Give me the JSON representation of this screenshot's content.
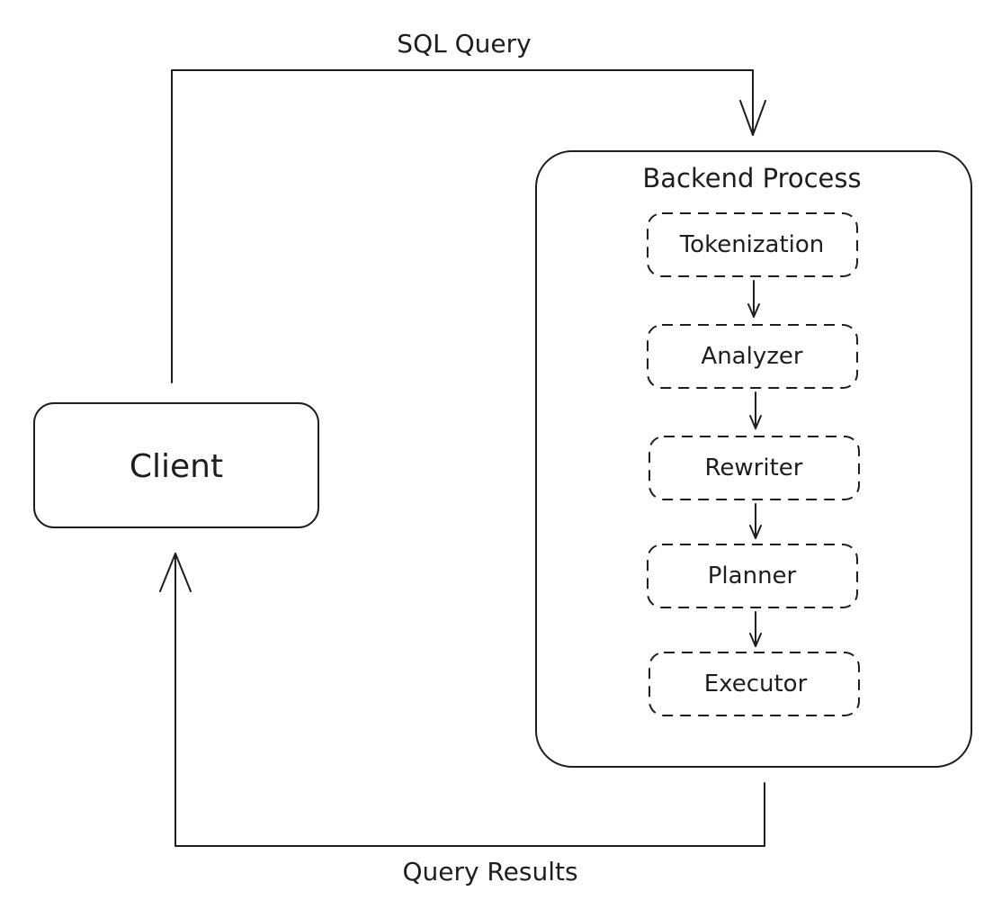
{
  "edges": {
    "request_label": "SQL Query",
    "response_label": "Query Results"
  },
  "client": {
    "label": "Client"
  },
  "backend": {
    "title": "Backend Process",
    "steps": [
      {
        "label": "Tokenization"
      },
      {
        "label": "Analyzer"
      },
      {
        "label": "Rewriter"
      },
      {
        "label": "Planner"
      },
      {
        "label": "Executor"
      }
    ]
  },
  "style": {
    "stroke_color": "#1e1e1e",
    "background": "#ffffff"
  }
}
